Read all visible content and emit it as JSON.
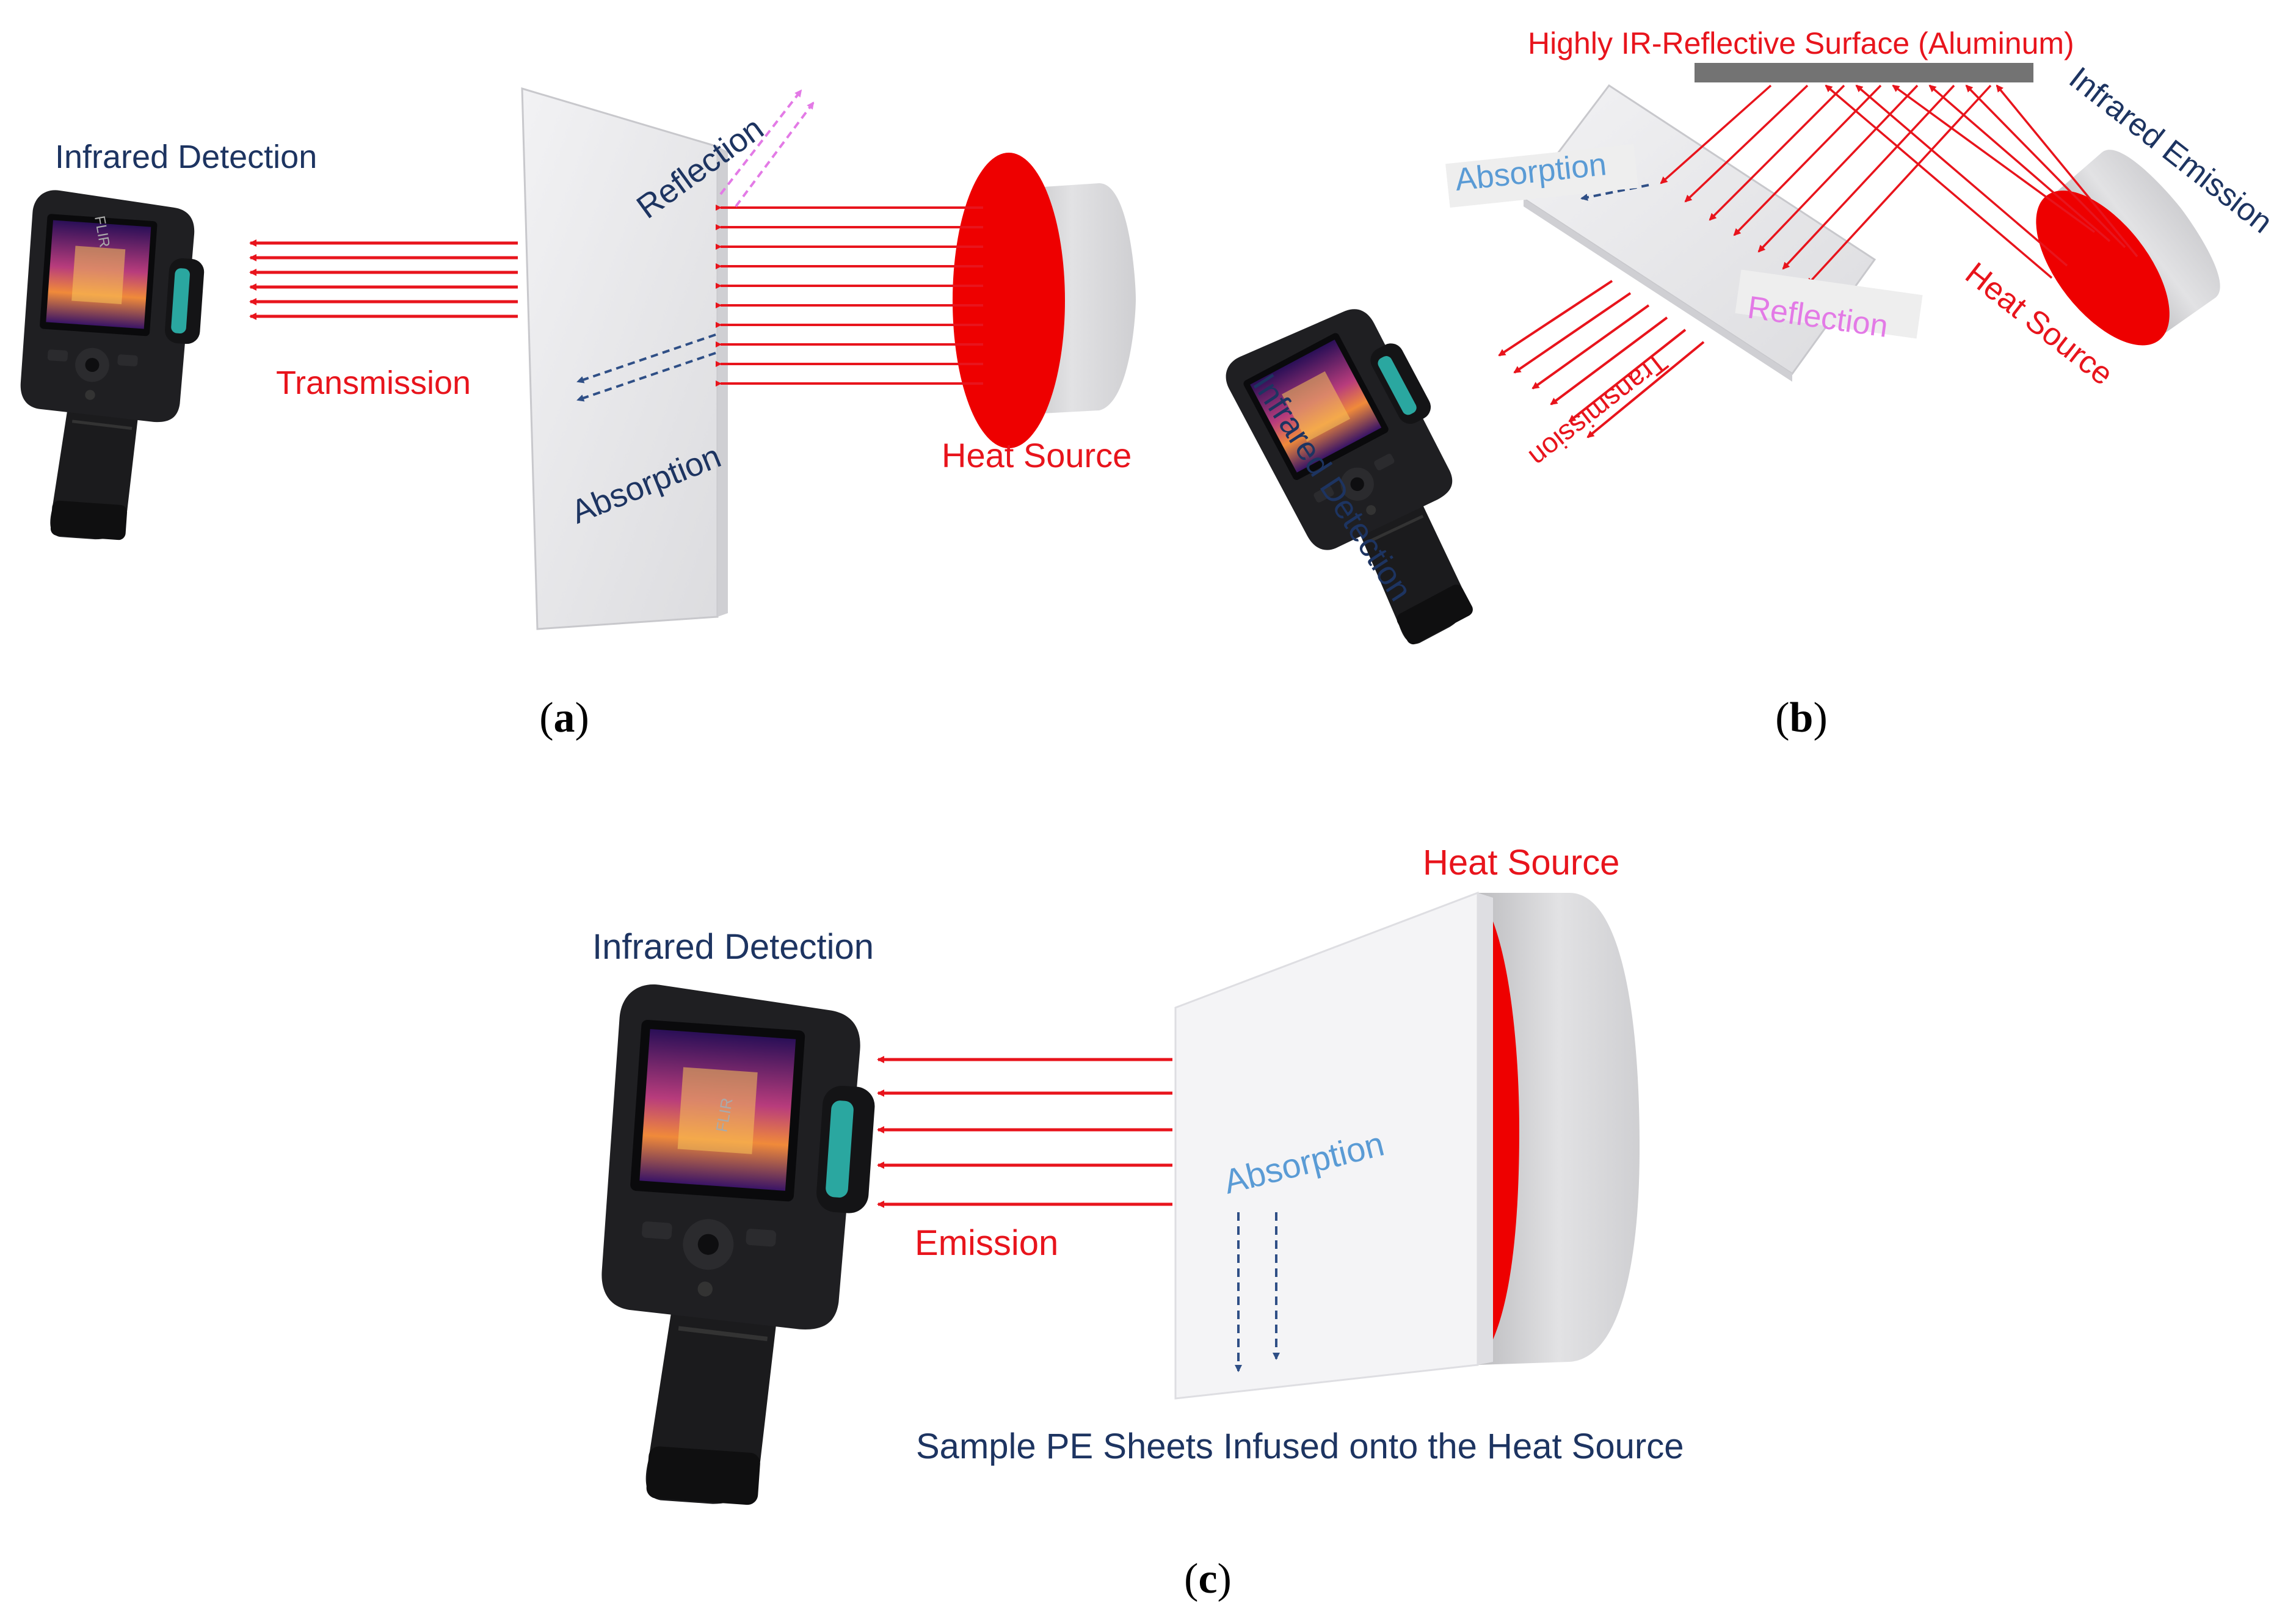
{
  "panel_a": {
    "caption_open": "(",
    "caption_letter": "a",
    "caption_close": ")",
    "infrared_detection": "Infrared Detection",
    "transmission": "Transmission",
    "reflection": "Reflection",
    "absorption": "Absorption",
    "heat_source": "Heat Source"
  },
  "panel_b": {
    "caption_open": "(",
    "caption_letter": "b",
    "caption_close": ")",
    "reflective_surface": "Highly IR-Reflective Surface (Aluminum)",
    "infrared_emission": "Infrared Emission",
    "absorption": "Absorption",
    "reflection": "Reflection",
    "transmission": "Transmission",
    "heat_source": "Heat Source",
    "infrared_detection": "Infrared Detection"
  },
  "panel_c": {
    "caption_open": "(",
    "caption_letter": "c",
    "caption_close": ")",
    "heat_source": "Heat Source",
    "infrared_detection": "Infrared Detection",
    "absorption": "Absorption",
    "emission": "Emission",
    "sample_caption": "Sample PE Sheets Infused onto the Heat Source"
  },
  "camera_brand": "FLIR",
  "colors": {
    "ray_red": "#e8141c",
    "label_red": "#e8141c",
    "label_navy": "#1d3461",
    "absorption_blue_light": "#5a9bd5",
    "absorption_dash": "#2f4f86",
    "reflection_violet": "#e37ae6",
    "sheet_gray": "#e7e7e9",
    "aluminum": "#737373"
  }
}
